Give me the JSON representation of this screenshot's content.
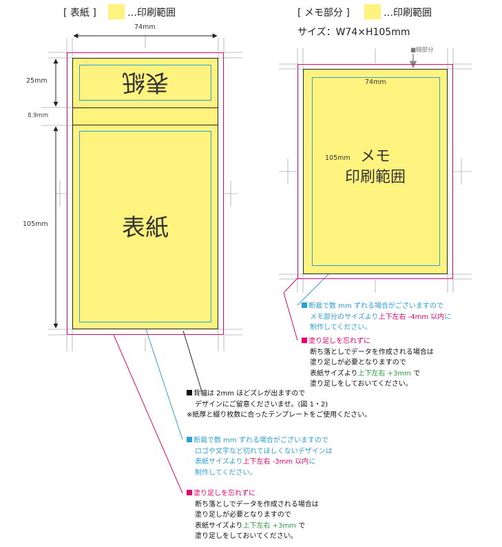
{
  "left": {
    "header_bracket": "[ 表紙 ]",
    "header_legend": "…印刷範囲",
    "dim_width": "74mm",
    "dim_top": "25mm",
    "dim_spine": "8.9mm",
    "dim_body": "105mm",
    "top_label": "表紙",
    "body_label": "表紙"
  },
  "right": {
    "header_bracket": "[ メモ部分 ]",
    "header_legend": "…印刷範囲",
    "size_text": "サイズ：W74×H105mm",
    "glue_label": "■糊部分",
    "dim_width": "74mm",
    "dim_height": "105mm",
    "memo_line1": "メモ",
    "memo_line2": "印刷範囲"
  },
  "notes": {
    "right_blue": {
      "l1": "断裁で数 mm ずれる場合がございますので",
      "l2a": "メモ部分のサイズより",
      "l2b": "上下左右 -4mm 以内",
      "l2c": "に",
      "l3": "制作してください。"
    },
    "right_red": {
      "l1": "塗り足しを忘れずに",
      "l2": "断ち落としでデータを作成される場合は",
      "l3": "塗り足しが必要となりますので",
      "l4a": "表紙サイズより",
      "l4b": "上下左右 +3mm",
      "l4c": " で",
      "l5": "塗り足しをしておいてください。"
    },
    "spine": {
      "l1": "背幅は 2mm ほどズレが出ますので",
      "l2": "デザインにご留意くださいませ。(図 1・2)",
      "l3": "※紙厚と綴り枚数に合ったテンプレートをご使用ください。"
    },
    "left_blue": {
      "l1": "断裁で数 mm ずれる場合がございますので",
      "l2": "ロゴや文字など切れてほしくないデザインは",
      "l3a": "表紙サイズより",
      "l3b": "上下左右 -3mm 以内",
      "l3c": "に",
      "l4": "制作してください。"
    },
    "left_red": {
      "l1": "塗り足しを忘れずに",
      "l2": "断ち落としでデータを作成される場合は",
      "l3": "塗り足しが必要となりますので",
      "l4a": "表紙サイズより",
      "l4b": "上下左右 +3mm",
      "l4c": " で",
      "l5": "塗り足しをしておいてください。"
    }
  },
  "colors": {
    "print_area": "#fff380",
    "bleed": "#e5006e",
    "safe": "#2d9fd8",
    "glue": "#888888"
  }
}
